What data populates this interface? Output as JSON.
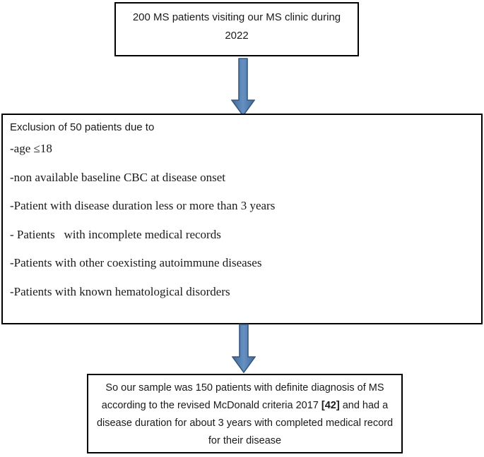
{
  "flowchart": {
    "start_box": {
      "line1": "200 MS patients visiting our MS clinic during",
      "line2": "2022"
    },
    "exclusion_box": {
      "title": "Exclusion of 50 patients due to",
      "items": [
        "-age ≤18",
        "-non available baseline CBC at disease onset",
        "-Patient with disease duration less or more than 3 years",
        "- Patients   with incomplete medical records",
        "-Patients with other coexisting autoimmune diseases",
        "-Patients with known hematological disorders"
      ]
    },
    "result_box": {
      "text_before": "So our sample was 150 patients with definite diagnosis of MS according to the revised McDonald criteria 2017 ",
      "citation": "[42]",
      "text_after": " and had a disease duration for about 3 years with completed medical record for their disease"
    },
    "colors": {
      "background": "#ffffff",
      "box_border": "#000000",
      "arrow_border": "#35597f",
      "arrow_edge": "#44699a",
      "arrow_center": "#6690c2"
    }
  }
}
